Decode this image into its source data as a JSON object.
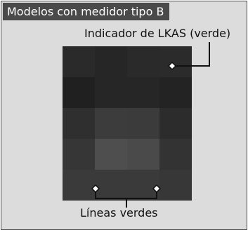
{
  "header": {
    "title": "Modelos con medidor tipo B"
  },
  "callouts": {
    "lkas_indicator": "Indicador de LKAS (verde)",
    "green_lines": "Líneas verdes"
  },
  "display": {
    "tiles": [
      "#2a2a2a",
      "#262626",
      "#2a2a2a",
      "#2b2b2b",
      "#202020",
      "#262626",
      "#262626",
      "#232323",
      "#2f2f2f",
      "#3c3c3c",
      "#3b3b3b",
      "#2c2c2c",
      "#363636",
      "#4e4e4e",
      "#4a4a4a",
      "#333333",
      "#3a3a3a",
      "#3a3a3a",
      "#3a3a3a",
      "#373737"
    ]
  },
  "colors": {
    "header_bg": "#4a4a4a",
    "panel_bg": "#dcdcdc",
    "leader": "#111111"
  }
}
